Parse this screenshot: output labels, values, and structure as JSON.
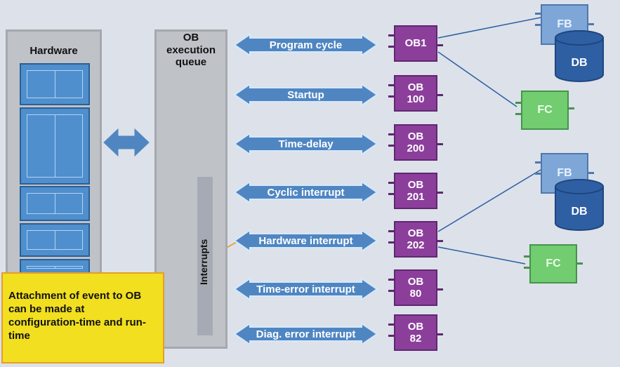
{
  "hardware": {
    "title": "Hardware"
  },
  "queue": {
    "title_lines": [
      "OB",
      "execution",
      "queue"
    ]
  },
  "interrupts_label": "Interrupts",
  "events": [
    {
      "label": "Program cycle",
      "ob": "OB1"
    },
    {
      "label": "Startup",
      "ob": "OB\n100"
    },
    {
      "label": "Time-delay",
      "ob": "OB\n200"
    },
    {
      "label": "Cyclic interrupt",
      "ob": "OB\n201"
    },
    {
      "label": "Hardware interrupt",
      "ob": "OB\n202"
    },
    {
      "label": "Time-error interrupt",
      "ob": "OB\n80"
    },
    {
      "label": "Diag. error interrupt",
      "ob": "OB\n82"
    }
  ],
  "blocks": {
    "fb_top": "FB",
    "db_top": "DB",
    "fc_top": "FC",
    "fb_bottom": "FB",
    "db_bottom": "DB",
    "fc_bottom": "FC"
  },
  "note": "Attachment of event to OB can be made at configuration-time and run-time",
  "colors": {
    "arrow": "#4f86c2",
    "ob": "#8b3f9b",
    "fb": "#7ea7d8",
    "fc": "#72cc70",
    "note": "#f1df20"
  }
}
